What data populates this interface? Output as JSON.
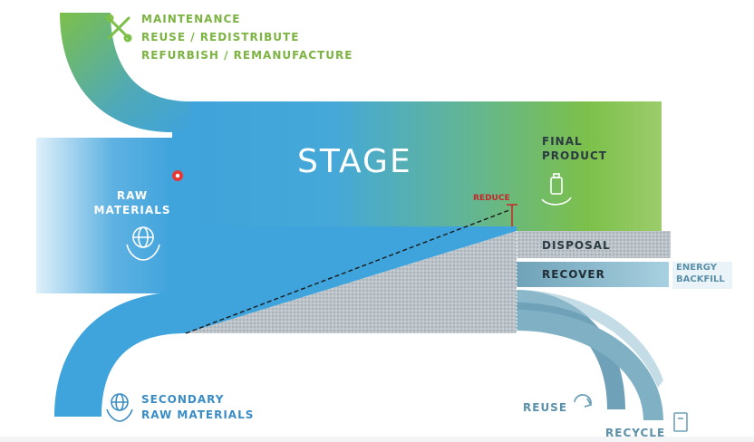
{
  "top_inputs": {
    "line1": "MAINTENANCE",
    "line2": "REUSE / REDISTRIBUTE",
    "line3": "REFURBISH / REMANUFACTURE",
    "icon": "wrench-icon"
  },
  "stage_title": "STAGE",
  "raw_materials": {
    "line1": "RAW",
    "line2": "MATERIALS",
    "icon": "globe-hands-icon"
  },
  "final_product": {
    "line1": "FINAL",
    "line2": "PRODUCT",
    "icon": "product-hand-icon"
  },
  "reduce_label": "REDUCE",
  "outputs": {
    "disposal": "DISPOSAL",
    "recover": "RECOVER",
    "energy_line1": "ENERGY",
    "energy_line2": "BACKFILL",
    "reuse": "REUSE",
    "recycle": "RECYCLE"
  },
  "secondary": {
    "line1": "SECONDARY",
    "line2": "RAW MATERIALS",
    "icon": "globe-hands-icon"
  },
  "colors": {
    "blue": "#3fa3dc",
    "green": "#7cc04a",
    "teal": "#6fa2b8",
    "grey": "#b8c0c6",
    "marker": "#e53935",
    "reduce": "#c62828"
  }
}
